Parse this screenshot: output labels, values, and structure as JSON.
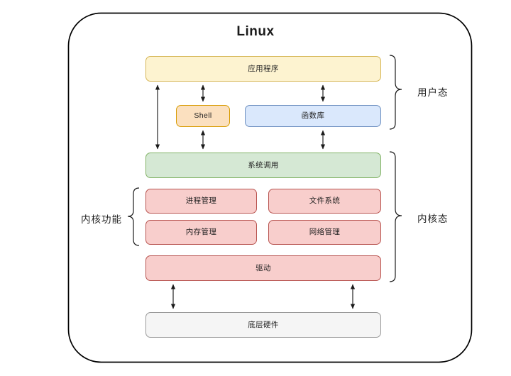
{
  "diagram": {
    "title": "Linux",
    "type": "layered-architecture",
    "frame": {
      "shape": "rounded-rectangle",
      "border_color": "#000000"
    },
    "nodes": [
      {
        "id": "app",
        "label": "应用程序",
        "layer": "user",
        "fill": "#fdf3d0",
        "stroke": "#d6b656"
      },
      {
        "id": "shell",
        "label": "Shell",
        "layer": "user",
        "fill": "#fbe0bf",
        "stroke": "#d79b00"
      },
      {
        "id": "lib",
        "label": "函数库",
        "layer": "user",
        "fill": "#dae8fc",
        "stroke": "#6c8ebf"
      },
      {
        "id": "syscall",
        "label": "系统调用",
        "layer": "kernel",
        "fill": "#d5e8d4",
        "stroke": "#82b366"
      },
      {
        "id": "process",
        "label": "进程管理",
        "layer": "kernel",
        "fill": "#f8cecc",
        "stroke": "#b85450"
      },
      {
        "id": "fs",
        "label": "文件系统",
        "layer": "kernel",
        "fill": "#f8cecc",
        "stroke": "#b85450"
      },
      {
        "id": "memory",
        "label": "内存管理",
        "layer": "kernel",
        "fill": "#f8cecc",
        "stroke": "#b85450"
      },
      {
        "id": "network",
        "label": "网络管理",
        "layer": "kernel",
        "fill": "#f8cecc",
        "stroke": "#b85450"
      },
      {
        "id": "driver",
        "label": "驱动",
        "layer": "kernel",
        "fill": "#f8cecc",
        "stroke": "#b85450"
      },
      {
        "id": "hardware",
        "label": "底层硬件",
        "layer": "hardware",
        "fill": "#f5f5f5",
        "stroke": "#999999"
      }
    ],
    "side_labels": {
      "user_mode": "用户态",
      "kernel_mode": "内核态",
      "kernel_functions": "内核功能"
    },
    "connections": [
      {
        "from": "app",
        "to": "syscall",
        "style": "double-arrow"
      },
      {
        "from": "app",
        "to": "shell",
        "style": "double-arrow"
      },
      {
        "from": "app",
        "to": "lib",
        "style": "double-arrow"
      },
      {
        "from": "shell",
        "to": "syscall",
        "style": "double-arrow"
      },
      {
        "from": "lib",
        "to": "syscall",
        "style": "double-arrow"
      },
      {
        "from": "driver",
        "to": "hardware",
        "style": "double-arrow"
      }
    ]
  }
}
